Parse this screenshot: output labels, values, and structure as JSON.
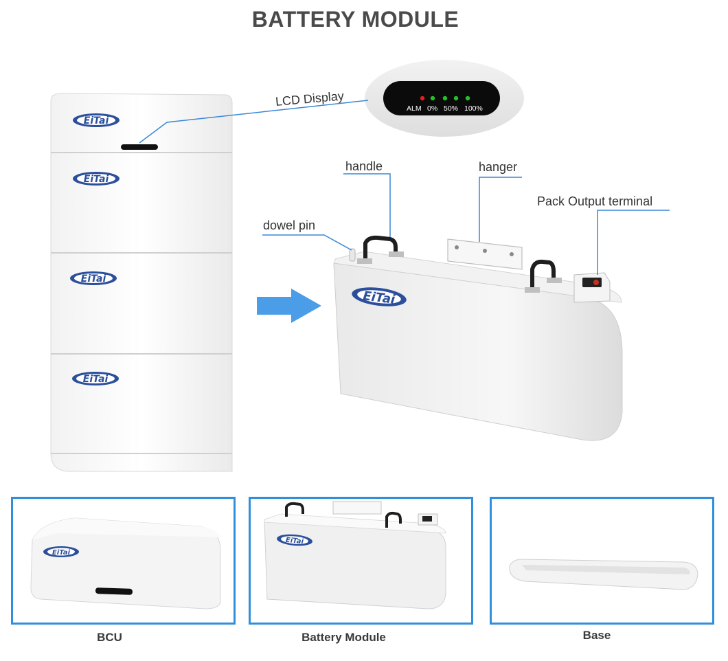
{
  "title": "BATTERY MODULE",
  "brand_logo": "EiTai",
  "callouts": {
    "lcd_display": "LCD Display",
    "handle": "handle",
    "hanger": "hanger",
    "pack_output_terminal": "Pack Output terminal",
    "dowel_pin": "dowel pin"
  },
  "lcd_panel": {
    "alarm_label": "ALM",
    "levels": [
      "0%",
      "50%",
      "100%"
    ],
    "indicator_colors": [
      "#e0201c",
      "#22c32a",
      "#22c32a",
      "#22c32a",
      "#22c32a"
    ]
  },
  "components": [
    {
      "caption": "BCU"
    },
    {
      "caption": "Battery Module"
    },
    {
      "caption": "Base"
    }
  ],
  "colors": {
    "accent_blue": "#2f8fdc",
    "leader_line": "#3a87d6",
    "arrow": "#4a9de6",
    "logo_blue": "#2c4f9c"
  }
}
